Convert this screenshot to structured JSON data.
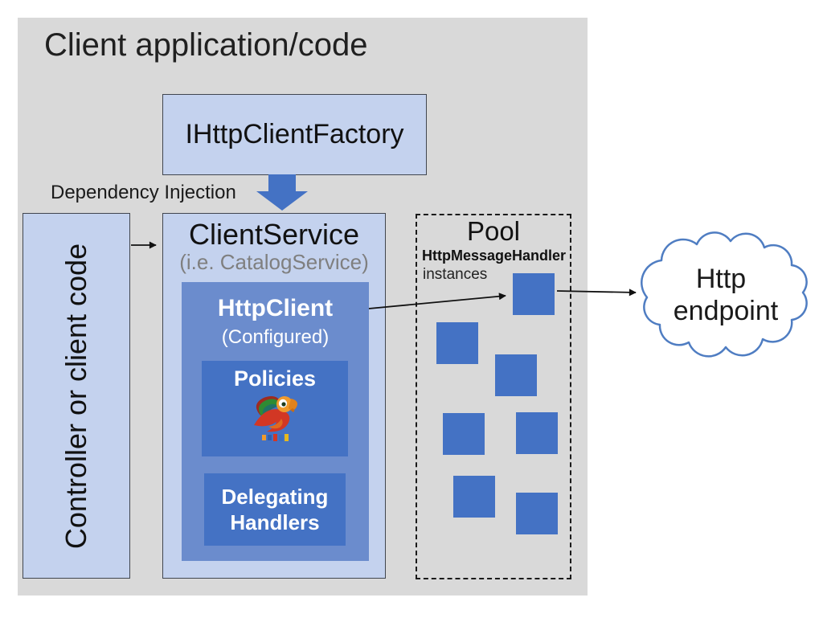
{
  "diagram": {
    "title": "Client application/code",
    "factory": {
      "label": "IHttpClientFactory"
    },
    "dependency_injection": "Dependency Injection",
    "controller": {
      "label": "Controller or client code"
    },
    "client_service": {
      "title": "ClientService",
      "subtitle": "(i.e. CatalogService)"
    },
    "http_client": {
      "title": "HttpClient",
      "subtitle": "(Configured)"
    },
    "policies": {
      "label": "Policies",
      "logo": "polly-parrot-logo"
    },
    "delegating": {
      "label": "Delegating Handlers"
    },
    "pool": {
      "title": "Pool",
      "subtitle_bold": "HttpMessageHandler",
      "subtitle": "instances",
      "instance_count": 7
    },
    "endpoint_cloud": {
      "line1": "Http",
      "line2": "endpoint"
    },
    "colors": {
      "background_gray": "#d9d9d9",
      "light_blue": "#c4d2ee",
      "medium_blue": "#6b8ccd",
      "dark_blue": "#4472c4",
      "cloud_stroke": "#4f7dc2",
      "arrow_black": "#111111"
    }
  }
}
